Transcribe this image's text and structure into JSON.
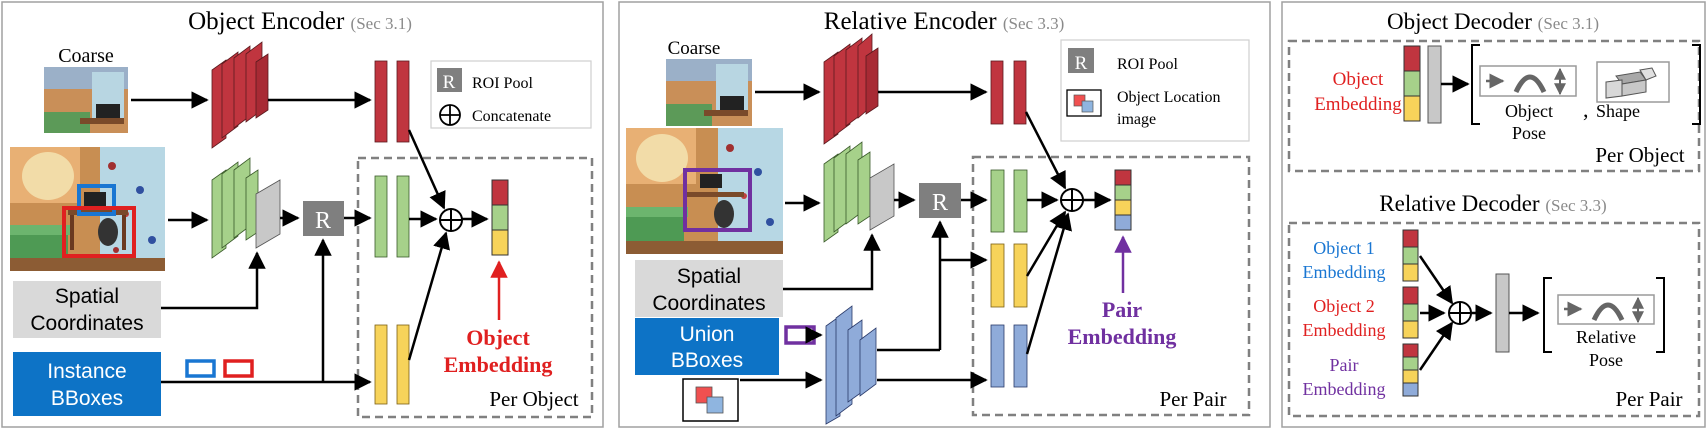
{
  "colors": {
    "red_block": "#c0353f",
    "green_block": "#a6d18a",
    "yellow_block": "#f7d35a",
    "blue_block": "#8fabd9",
    "gray_block": "#c8c8c8",
    "roi_gray": "#7f7f7f",
    "input_gray": "#d9d9d9",
    "input_blue": "#0d73c6",
    "bbox_blue": "#1976d2",
    "bbox_red": "#e02020",
    "bbox_purple": "#7030a0",
    "label_red": "#e02020",
    "label_blue": "#1976d2",
    "label_purple": "#7030a0",
    "dashed": "#808080"
  },
  "object_encoder": {
    "title": "Object Encoder",
    "sec": "(Sec 3.1)",
    "coarse_label": "Coarse",
    "spatial_line1": "Spatial",
    "spatial_line2": "Coordinates",
    "instance_line1": "Instance",
    "instance_line2": "BBoxes",
    "roi_letter": "R",
    "legend_roi": "ROI Pool",
    "legend_concat": "Concatenate",
    "output_line1": "Object",
    "output_line2": "Embedding",
    "per_label": "Per Object"
  },
  "relative_encoder": {
    "title": "Relative Encoder",
    "sec": "(Sec 3.3)",
    "coarse_label": "Coarse",
    "spatial_line1": "Spatial",
    "spatial_line2": "Coordinates",
    "union_line1": "Union",
    "union_line2": "BBoxes",
    "roi_letter": "R",
    "legend_roi": "ROI Pool",
    "legend_loc_line1": "Object Location",
    "legend_loc_line2": "image",
    "output_line1": "Pair",
    "output_line2": "Embedding",
    "per_label": "Per Pair"
  },
  "object_decoder": {
    "title": "Object Decoder",
    "sec": "(Sec 3.1)",
    "embed_line1": "Object",
    "embed_line2": "Embedding",
    "pose_line1": "Object",
    "pose_line2": "Pose",
    "comma": ",",
    "shape_label": "Shape",
    "per_label": "Per Object"
  },
  "relative_decoder": {
    "title": "Relative Decoder",
    "sec": "(Sec 3.3)",
    "obj1_line1": "Object 1",
    "obj1_line2": "Embedding",
    "obj2_line1": "Object 2",
    "obj2_line2": "Embedding",
    "pair_line1": "Pair",
    "pair_line2": "Embedding",
    "pose_line1": "Relative",
    "pose_line2": "Pose",
    "per_label": "Per Pair"
  }
}
